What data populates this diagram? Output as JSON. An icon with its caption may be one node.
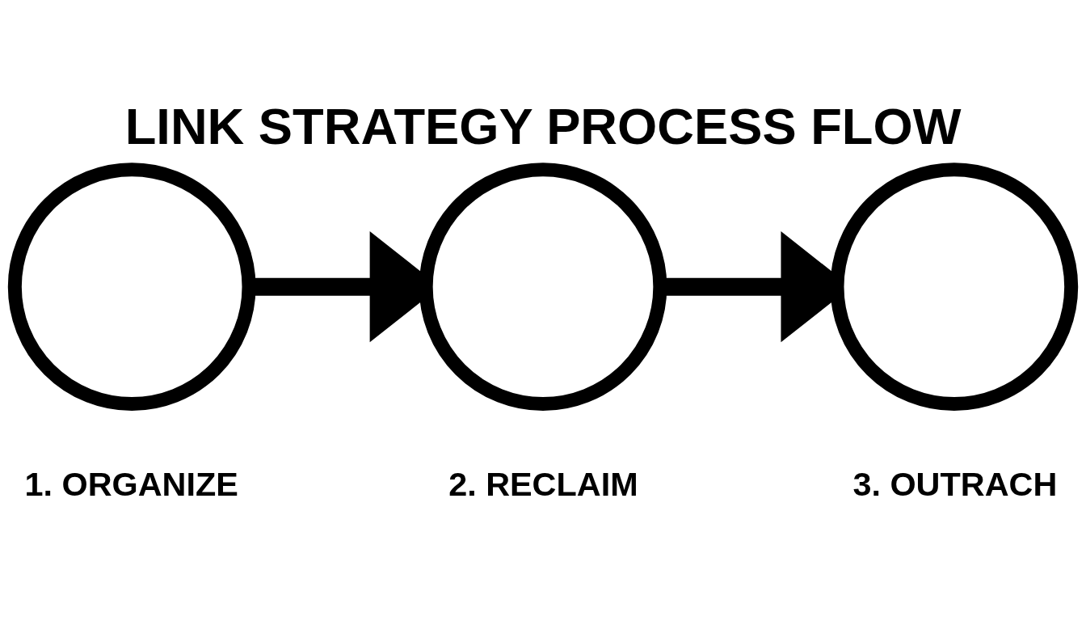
{
  "diagram": {
    "title": "LINK STRATEGY PROCESS FLOW",
    "nodes": [
      {
        "text": [],
        "shape": "circle",
        "beside": [
          "1. ORGANIZE"
        ]
      },
      {
        "text": [],
        "shape": "circle",
        "beside": [
          "2. RECLAIM"
        ]
      },
      {
        "text": [],
        "shape": "circle",
        "beside": [
          "3. OUTRACH"
        ]
      }
    ],
    "edges": [
      {
        "from": 0,
        "to": 1,
        "arrow": "to"
      },
      {
        "from": 1,
        "to": 2,
        "arrow": "to"
      }
    ]
  }
}
